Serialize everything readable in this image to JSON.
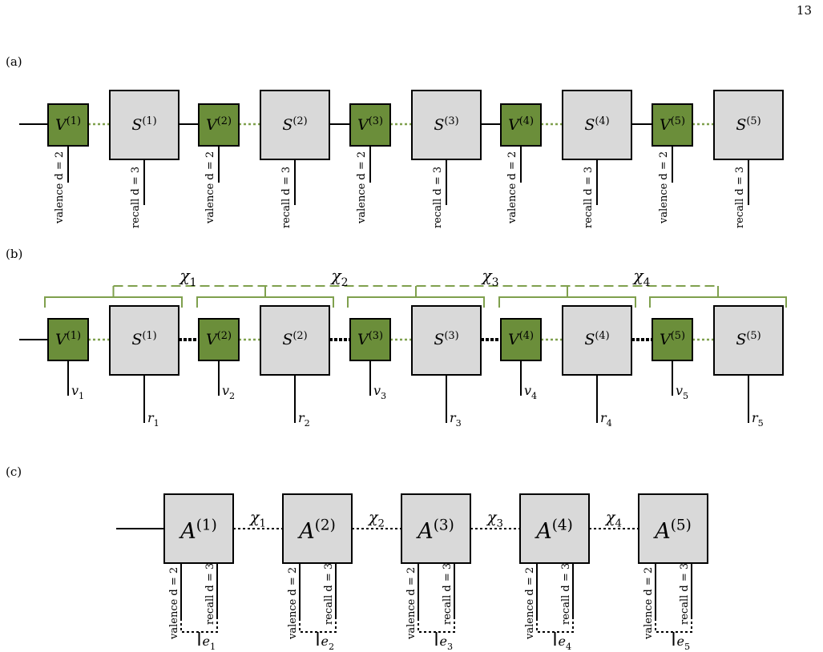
{
  "page_number": "13",
  "colors": {
    "valence_fill": "#6b8e3a",
    "recall_fill": "#d9d9d9",
    "bond_green": "#7fa04d",
    "stroke": "#000000"
  },
  "panels": [
    {
      "label": "(a)",
      "v_tensors": [
        "V",
        "V",
        "V",
        "V",
        "V"
      ],
      "v_superscripts": [
        "(1)",
        "(2)",
        "(3)",
        "(4)",
        "(5)"
      ],
      "s_tensors": [
        "S",
        "S",
        "S",
        "S",
        "S"
      ],
      "s_superscripts": [
        "(1)",
        "(2)",
        "(3)",
        "(4)",
        "(5)"
      ],
      "valence_leg_labels": [
        "valence d = 2",
        "valence d = 2",
        "valence d = 2",
        "valence d = 2",
        "valence d = 2"
      ],
      "recall_leg_labels": [
        "recall d = 3",
        "recall d = 3",
        "recall d = 3",
        "recall d = 3",
        "recall d = 3"
      ]
    },
    {
      "label": "(b)",
      "v_tensors": [
        "V",
        "V",
        "V",
        "V",
        "V"
      ],
      "v_superscripts": [
        "(1)",
        "(2)",
        "(3)",
        "(4)",
        "(5)"
      ],
      "s_tensors": [
        "S",
        "S",
        "S",
        "S",
        "S"
      ],
      "s_superscripts": [
        "(1)",
        "(2)",
        "(3)",
        "(4)",
        "(5)"
      ],
      "valence_leg_labels": [
        "v",
        "v",
        "v",
        "v",
        "v"
      ],
      "valence_leg_subscripts": [
        "1",
        "2",
        "3",
        "4",
        "5"
      ],
      "recall_leg_labels": [
        "r",
        "r",
        "r",
        "r",
        "r"
      ],
      "recall_leg_subscripts": [
        "1",
        "2",
        "3",
        "4",
        "5"
      ],
      "bond_labels": [
        "χ",
        "χ",
        "χ",
        "χ"
      ],
      "bond_subscripts": [
        "1",
        "2",
        "3",
        "4"
      ]
    },
    {
      "label": "(c)",
      "a_tensors": [
        "A",
        "A",
        "A",
        "A",
        "A"
      ],
      "a_superscripts": [
        "(1)",
        "(2)",
        "(3)",
        "(4)",
        "(5)"
      ],
      "bond_labels": [
        "χ",
        "χ",
        "χ",
        "χ"
      ],
      "bond_subscripts": [
        "1",
        "2",
        "3",
        "4"
      ],
      "valence_leg_labels": [
        "valence d = 2",
        "valence d = 2",
        "valence d = 2",
        "valence d = 2",
        "valence d = 2"
      ],
      "recall_leg_labels": [
        "recall d = 3",
        "recall d = 3",
        "recall d = 3",
        "recall d = 3",
        "recall d = 3"
      ],
      "joint_leg_labels": [
        "e",
        "e",
        "e",
        "e",
        "e"
      ],
      "joint_leg_subscripts": [
        "1",
        "2",
        "3",
        "4",
        "5"
      ]
    }
  ]
}
